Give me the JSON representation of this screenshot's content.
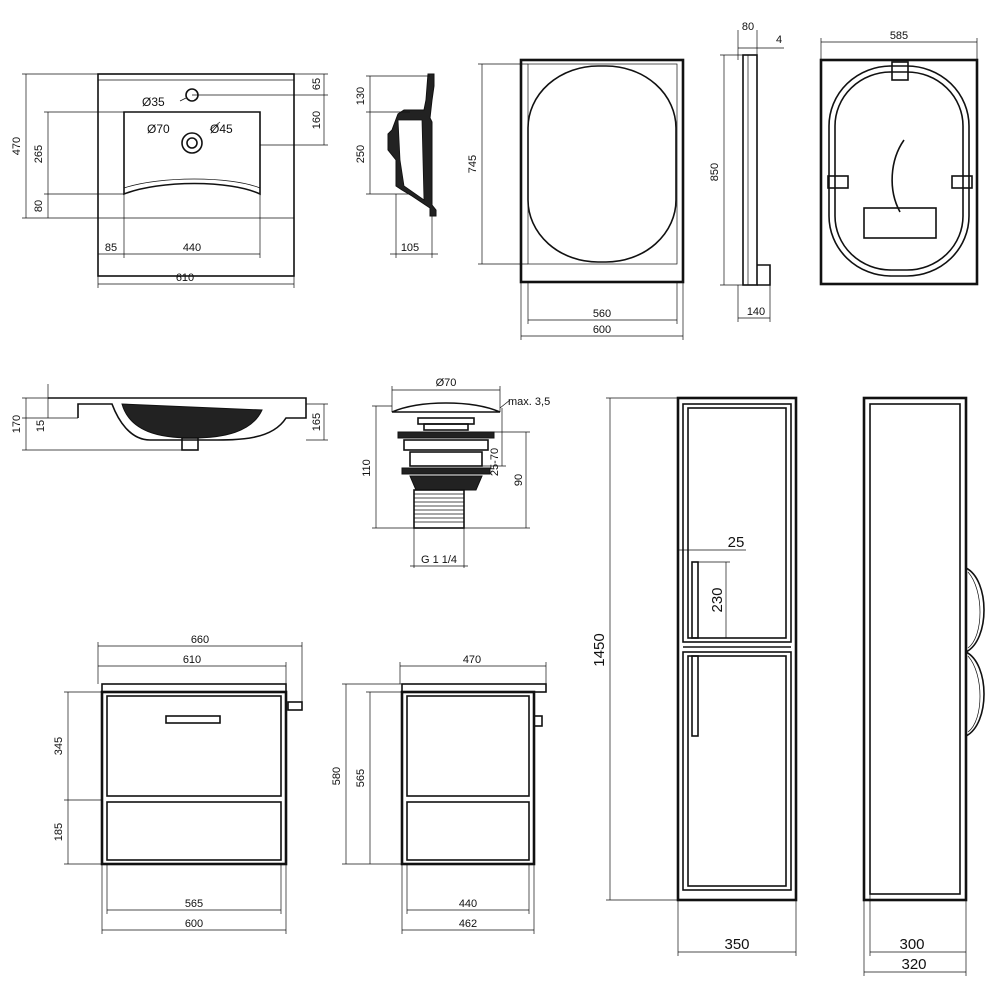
{
  "sink_top": {
    "w610": "610",
    "w440": "440",
    "w85": "85",
    "h470": "470",
    "h265": "265",
    "h80": "80",
    "h65": "65",
    "h160": "160",
    "d35": "Ø35",
    "d70": "Ø70",
    "d45": "Ø45"
  },
  "sink_profile": {
    "h130": "130",
    "h250": "250",
    "w105": "105"
  },
  "mirror_front": {
    "h745": "745",
    "w560": "560",
    "w600": "600"
  },
  "mirror_side": {
    "w80": "80",
    "w4": "4",
    "h850": "850",
    "w140": "140"
  },
  "mirror_back": {
    "w585": "585"
  },
  "sink_side": {
    "h170": "170",
    "h15": "15",
    "h165": "165"
  },
  "drain": {
    "d70": "Ø70",
    "max": "max. 3,5",
    "h110": "110",
    "h2570": "25-70",
    "h90": "90",
    "thread": "G 1 1/4"
  },
  "cabinet_front": {
    "w660": "660",
    "w610": "610",
    "h345": "345",
    "h185": "185",
    "w565": "565",
    "w600": "600"
  },
  "cabinet_side": {
    "w470": "470",
    "h580": "580",
    "h565": "565",
    "w440": "440",
    "w462": "462"
  },
  "tall_front": {
    "h1450": "1450",
    "w25": "25",
    "h230": "230",
    "w350": "350"
  },
  "tall_side": {
    "w300": "300",
    "w320": "320"
  }
}
